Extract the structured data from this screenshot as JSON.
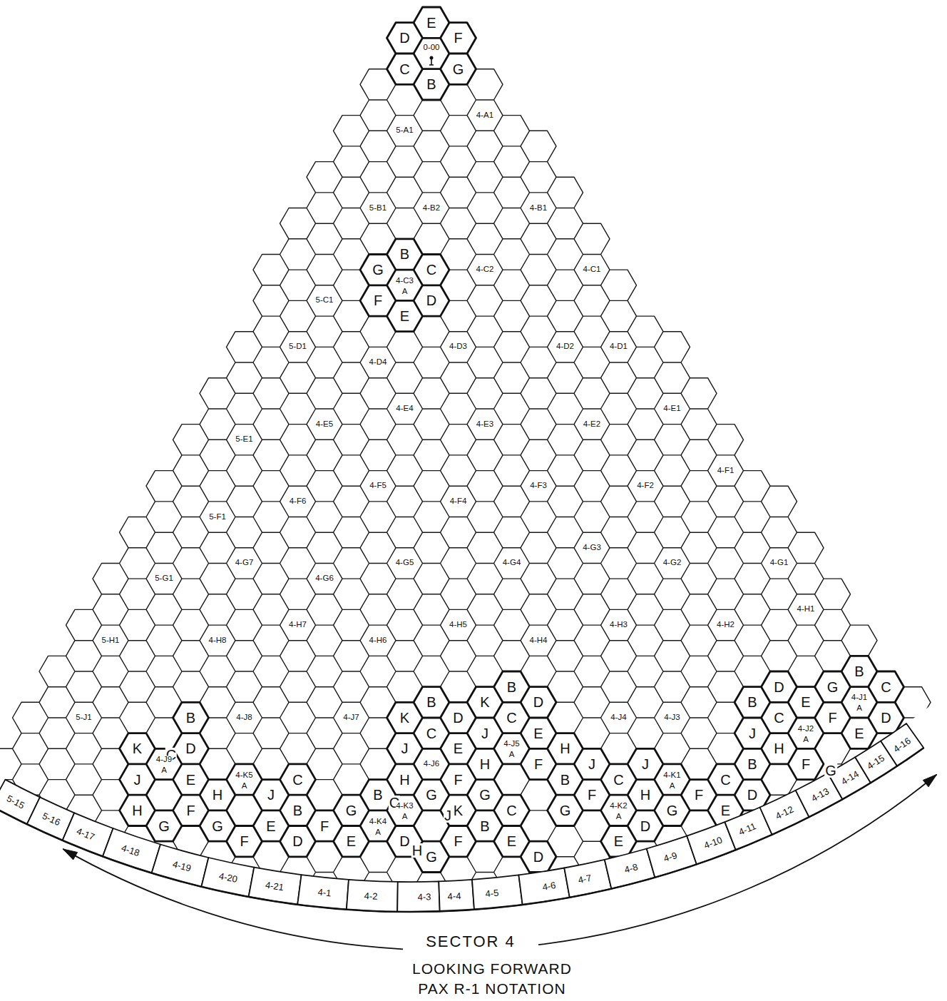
{
  "diagram": {
    "title": "SECTOR 4",
    "nodes": [
      {
        "text": [
          "5-15"
        ]
      },
      {
        "text": [
          "5-16"
        ]
      },
      {
        "text": [
          "4-17"
        ]
      },
      {
        "text": [
          "4-18"
        ]
      },
      {
        "text": [
          "4-19"
        ]
      },
      {
        "text": [
          "4-20"
        ]
      },
      {
        "text": [
          "4-21"
        ]
      },
      {
        "text": [
          "4-1"
        ]
      },
      {
        "text": [
          "4-2"
        ]
      },
      {
        "text": [
          "4-3"
        ]
      },
      {
        "text": [
          "4-4"
        ]
      },
      {
        "text": [
          "4-5"
        ]
      },
      {
        "text": [
          "4-6"
        ]
      },
      {
        "text": [
          "4-7"
        ]
      },
      {
        "text": [
          "4-8"
        ]
      },
      {
        "text": [
          "4-9"
        ]
      },
      {
        "text": [
          "4-10"
        ]
      },
      {
        "text": [
          "4-11"
        ]
      },
      {
        "text": [
          "4-12"
        ]
      },
      {
        "text": [
          "4-13"
        ]
      },
      {
        "text": [
          "4-14"
        ]
      },
      {
        "text": [
          "4-15"
        ]
      },
      {
        "text": [
          "4-16"
        ]
      }
    ],
    "labels": [
      "E",
      "D",
      "F",
      "0-00",
      "C",
      "G",
      "B",
      "4-A1",
      "5-A1",
      "4-B1",
      "4-B2",
      "5-B1",
      "B",
      "G",
      "C",
      "4-C1",
      "4-C2",
      "4-C3",
      "A",
      "5-C1",
      "F",
      "D",
      "E",
      "4-D1",
      "4-D2",
      "4-D3",
      "4-D4",
      "5-D1",
      "4-E1",
      "4-E2",
      "4-E3",
      "4-E4",
      "4-E5",
      "5-E1",
      "4-F1",
      "4-F2",
      "4-F3",
      "4-F4",
      "4-F5",
      "4-F6",
      "5-F1",
      "4-G1",
      "4-G2",
      "4-G3",
      "4-G4",
      "4-G5",
      "4-G6",
      "4-G7",
      "5-G1",
      "4-H1",
      "4-H2",
      "4-H3",
      "4-H4",
      "4-H5",
      "4-H6",
      "4-H7",
      "4-H8",
      "5-H1",
      "B",
      "D",
      "G",
      "B",
      "B",
      "E",
      "B",
      "C",
      "4-J1",
      "A",
      "K",
      "D",
      "K",
      "D",
      "5-J1",
      "4-J3",
      "F",
      "4-J7",
      "4-J4",
      "C",
      "B",
      "4-J2",
      "A",
      "D",
      "4-J8",
      "C",
      "C",
      "K",
      "J",
      "E",
      "J",
      "J",
      "E",
      "D",
      "E",
      "4-J5",
      "A",
      "4-J6",
      "F",
      "C",
      "H",
      "H",
      "J",
      "H",
      "B",
      "F",
      "J",
      "G",
      "C",
      "C",
      "H",
      "E",
      "F",
      "4-J9",
      "A",
      "J",
      "4-K1",
      "A",
      "G",
      "G",
      "C",
      "B",
      "H",
      "B",
      "D",
      "K",
      "4-K5",
      "A",
      "G",
      "H",
      "E",
      "J",
      "F",
      "C",
      "F",
      "C",
      "F",
      "4-K2",
      "A",
      "B",
      "H",
      "4-K4",
      "A",
      "4-K3",
      "A",
      "J",
      "G",
      "B",
      "G",
      "G",
      "G",
      "E",
      "F",
      "D",
      "F",
      "D",
      "E",
      "F",
      "D",
      "E",
      "D",
      "G",
      "E",
      "H",
      "LOOKING FORWARD",
      "PAX R-1 NOTATION"
    ]
  }
}
